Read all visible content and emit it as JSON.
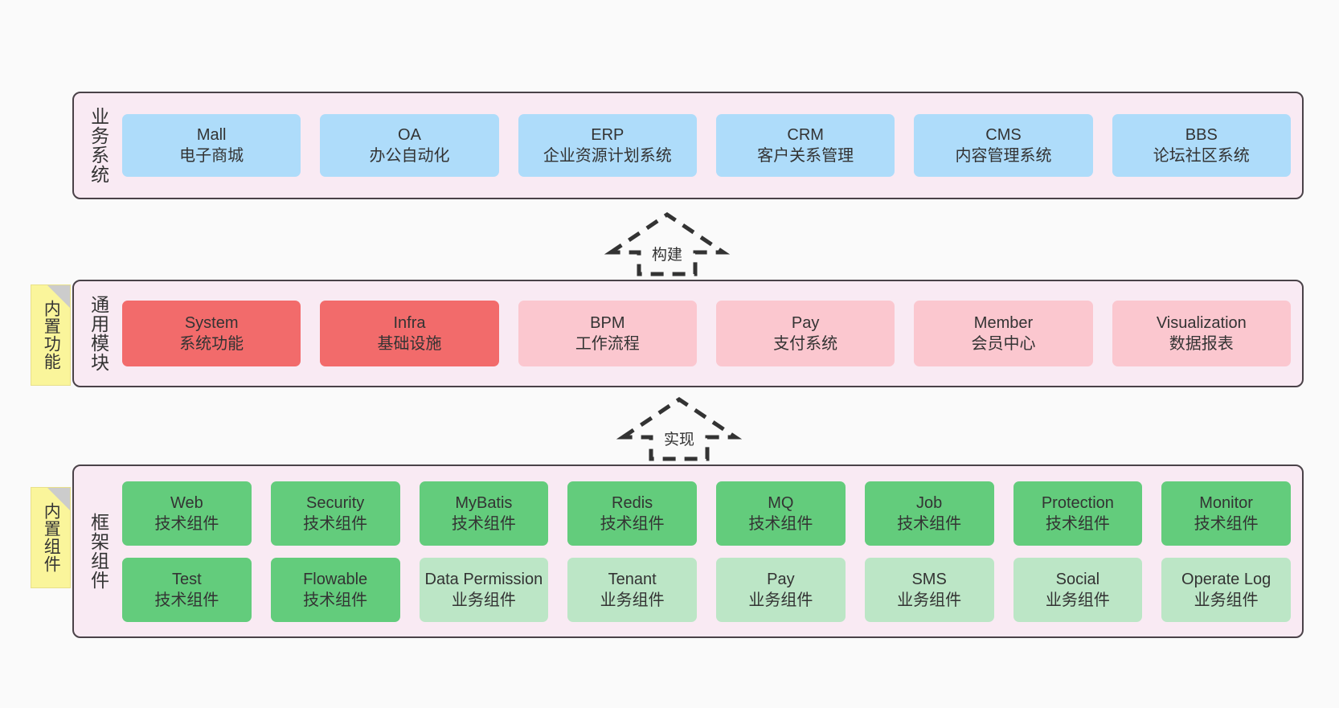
{
  "diagram": {
    "background": "#fafafa",
    "band_bg": "#F9EAF3",
    "band_border": "#4a4248",
    "sticky_bg": "#FAF59B"
  },
  "layers": [
    {
      "id": "business-system",
      "title": "业务系统",
      "card_color": "#AEDCFA",
      "rows": [
        [
          {
            "name": "Mall",
            "desc": "电子商城",
            "color": "#AEDCFA"
          },
          {
            "name": "OA",
            "desc": "办公自动化",
            "color": "#AEDCFA"
          },
          {
            "name": "ERP",
            "desc": "企业资源计划系统",
            "color": "#AEDCFA"
          },
          {
            "name": "CRM",
            "desc": "客户关系管理",
            "color": "#AEDCFA"
          },
          {
            "name": "CMS",
            "desc": "内容管理系统",
            "color": "#AEDCFA"
          },
          {
            "name": "BBS",
            "desc": "论坛社区系统",
            "color": "#AEDCFA"
          }
        ]
      ]
    },
    {
      "id": "common-module",
      "title": "通用模块",
      "sticky": "内置功能",
      "rows": [
        [
          {
            "name": "System",
            "desc": "系统功能",
            "color": "#F26B6B"
          },
          {
            "name": "Infra",
            "desc": "基础设施",
            "color": "#F26B6B"
          },
          {
            "name": "BPM",
            "desc": "工作流程",
            "color": "#FBC7CF"
          },
          {
            "name": "Pay",
            "desc": "支付系统",
            "color": "#FBC7CF"
          },
          {
            "name": "Member",
            "desc": "会员中心",
            "color": "#FBC7CF"
          },
          {
            "name": "Visualization",
            "desc": "数据报表",
            "color": "#FBC7CF"
          }
        ]
      ]
    },
    {
      "id": "framework-component",
      "title": "框架组件",
      "sticky": "内置组件",
      "rows": [
        [
          {
            "name": "Web",
            "desc": "技术组件",
            "color": "#63CC7C"
          },
          {
            "name": "Security",
            "desc": "技术组件",
            "color": "#63CC7C"
          },
          {
            "name": "MyBatis",
            "desc": "技术组件",
            "color": "#63CC7C"
          },
          {
            "name": "Redis",
            "desc": "技术组件",
            "color": "#63CC7C"
          },
          {
            "name": "MQ",
            "desc": "技术组件",
            "color": "#63CC7C"
          },
          {
            "name": "Job",
            "desc": "技术组件",
            "color": "#63CC7C"
          },
          {
            "name": "Protection",
            "desc": "技术组件",
            "color": "#63CC7C"
          },
          {
            "name": "Monitor",
            "desc": "技术组件",
            "color": "#63CC7C"
          }
        ],
        [
          {
            "name": "Test",
            "desc": "技术组件",
            "color": "#63CC7C"
          },
          {
            "name": "Flowable",
            "desc": "技术组件",
            "color": "#63CC7C"
          },
          {
            "name": "Data Permission",
            "desc": "业务组件",
            "color": "#BCE6C6"
          },
          {
            "name": "Tenant",
            "desc": "业务组件",
            "color": "#BCE6C6"
          },
          {
            "name": "Pay",
            "desc": "业务组件",
            "color": "#BCE6C6"
          },
          {
            "name": "SMS",
            "desc": "业务组件",
            "color": "#BCE6C6"
          },
          {
            "name": "Social",
            "desc": "业务组件",
            "color": "#BCE6C6"
          },
          {
            "name": "Operate Log",
            "desc": "业务组件",
            "color": "#BCE6C6"
          }
        ]
      ]
    }
  ],
  "connectors": [
    {
      "id": "build",
      "label": "构建"
    },
    {
      "id": "implement",
      "label": "实现"
    }
  ]
}
